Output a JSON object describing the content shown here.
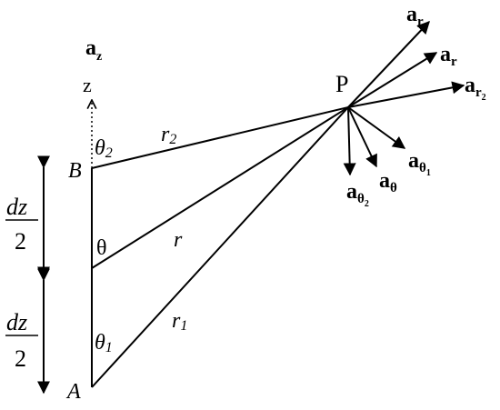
{
  "labels": {
    "az": {
      "base": "a",
      "sub": "z"
    },
    "z": "z",
    "P": "P",
    "B": "B",
    "A": "A",
    "theta": "θ",
    "theta1": {
      "base": "θ",
      "sub": "1"
    },
    "theta2": {
      "base": "θ",
      "sub": "2"
    },
    "r": "r",
    "r1": {
      "base": "r",
      "sub": "1"
    },
    "r2": {
      "base": "r",
      "sub": "2"
    },
    "dz_upper": {
      "num": "dz",
      "den": "2"
    },
    "dz_lower": {
      "num": "dz",
      "den": "2"
    },
    "ar1": {
      "base": "a",
      "sub": "r",
      "subsub": "1"
    },
    "ar": {
      "base": "a",
      "sub": "r"
    },
    "ar2": {
      "base": "a",
      "sub": "r",
      "subsub": "2"
    },
    "atheta1": {
      "base": "a",
      "sub": "θ",
      "subsub": "1"
    },
    "atheta": {
      "base": "a",
      "sub": "θ"
    },
    "atheta2": {
      "base": "a",
      "sub": "θ",
      "subsub": "2"
    }
  }
}
